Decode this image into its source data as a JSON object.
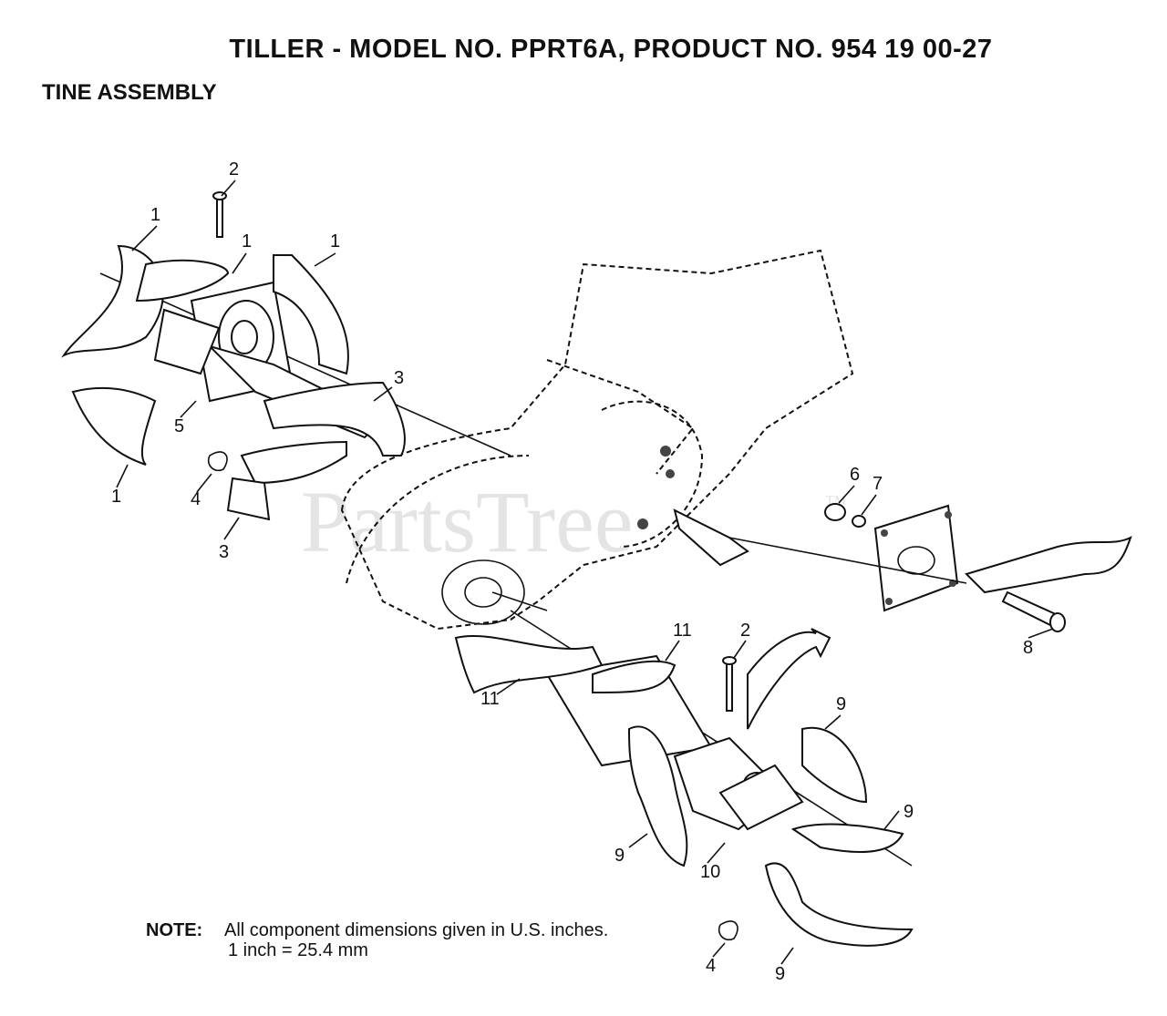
{
  "header": {
    "title": "TILLER - MODEL NO. PPRT6A, PRODUCT NO. 954 19 00-27",
    "subtitle": "TINE ASSEMBLY"
  },
  "watermark": {
    "text": "PartsTree",
    "tm": "™"
  },
  "callouts": [
    "1",
    "1",
    "1",
    "1",
    "2",
    "3",
    "3",
    "4",
    "5",
    "6",
    "7",
    "8",
    "11",
    "2",
    "11",
    "9",
    "9",
    "9",
    "9",
    "10",
    "4"
  ],
  "note": {
    "label": "NOTE:",
    "line1": "All component dimensions given in U.S. inches.",
    "line2": "1 inch = 25.4 mm"
  }
}
